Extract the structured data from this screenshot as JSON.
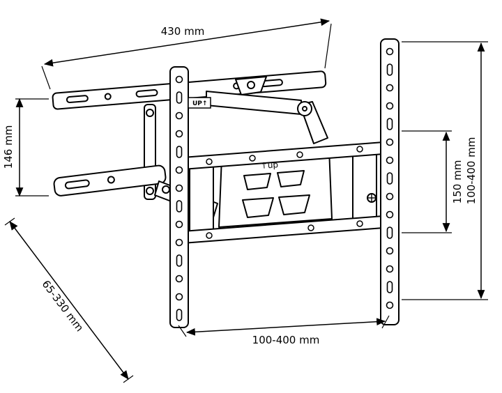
{
  "page": {
    "background": "#ffffff",
    "line_color": "#000000"
  },
  "diagram": {
    "dimensions": {
      "top_width": "430 mm",
      "bracket_height": "146 mm",
      "rail_height": "100-400 mm",
      "inner_height": "150 mm",
      "extension_range": "65-330 mm",
      "bottom_width": "100-400 mm"
    },
    "labels": {
      "up_tag": "UP",
      "up_center": "up"
    },
    "icons": {
      "up_arrow": "↑"
    }
  }
}
